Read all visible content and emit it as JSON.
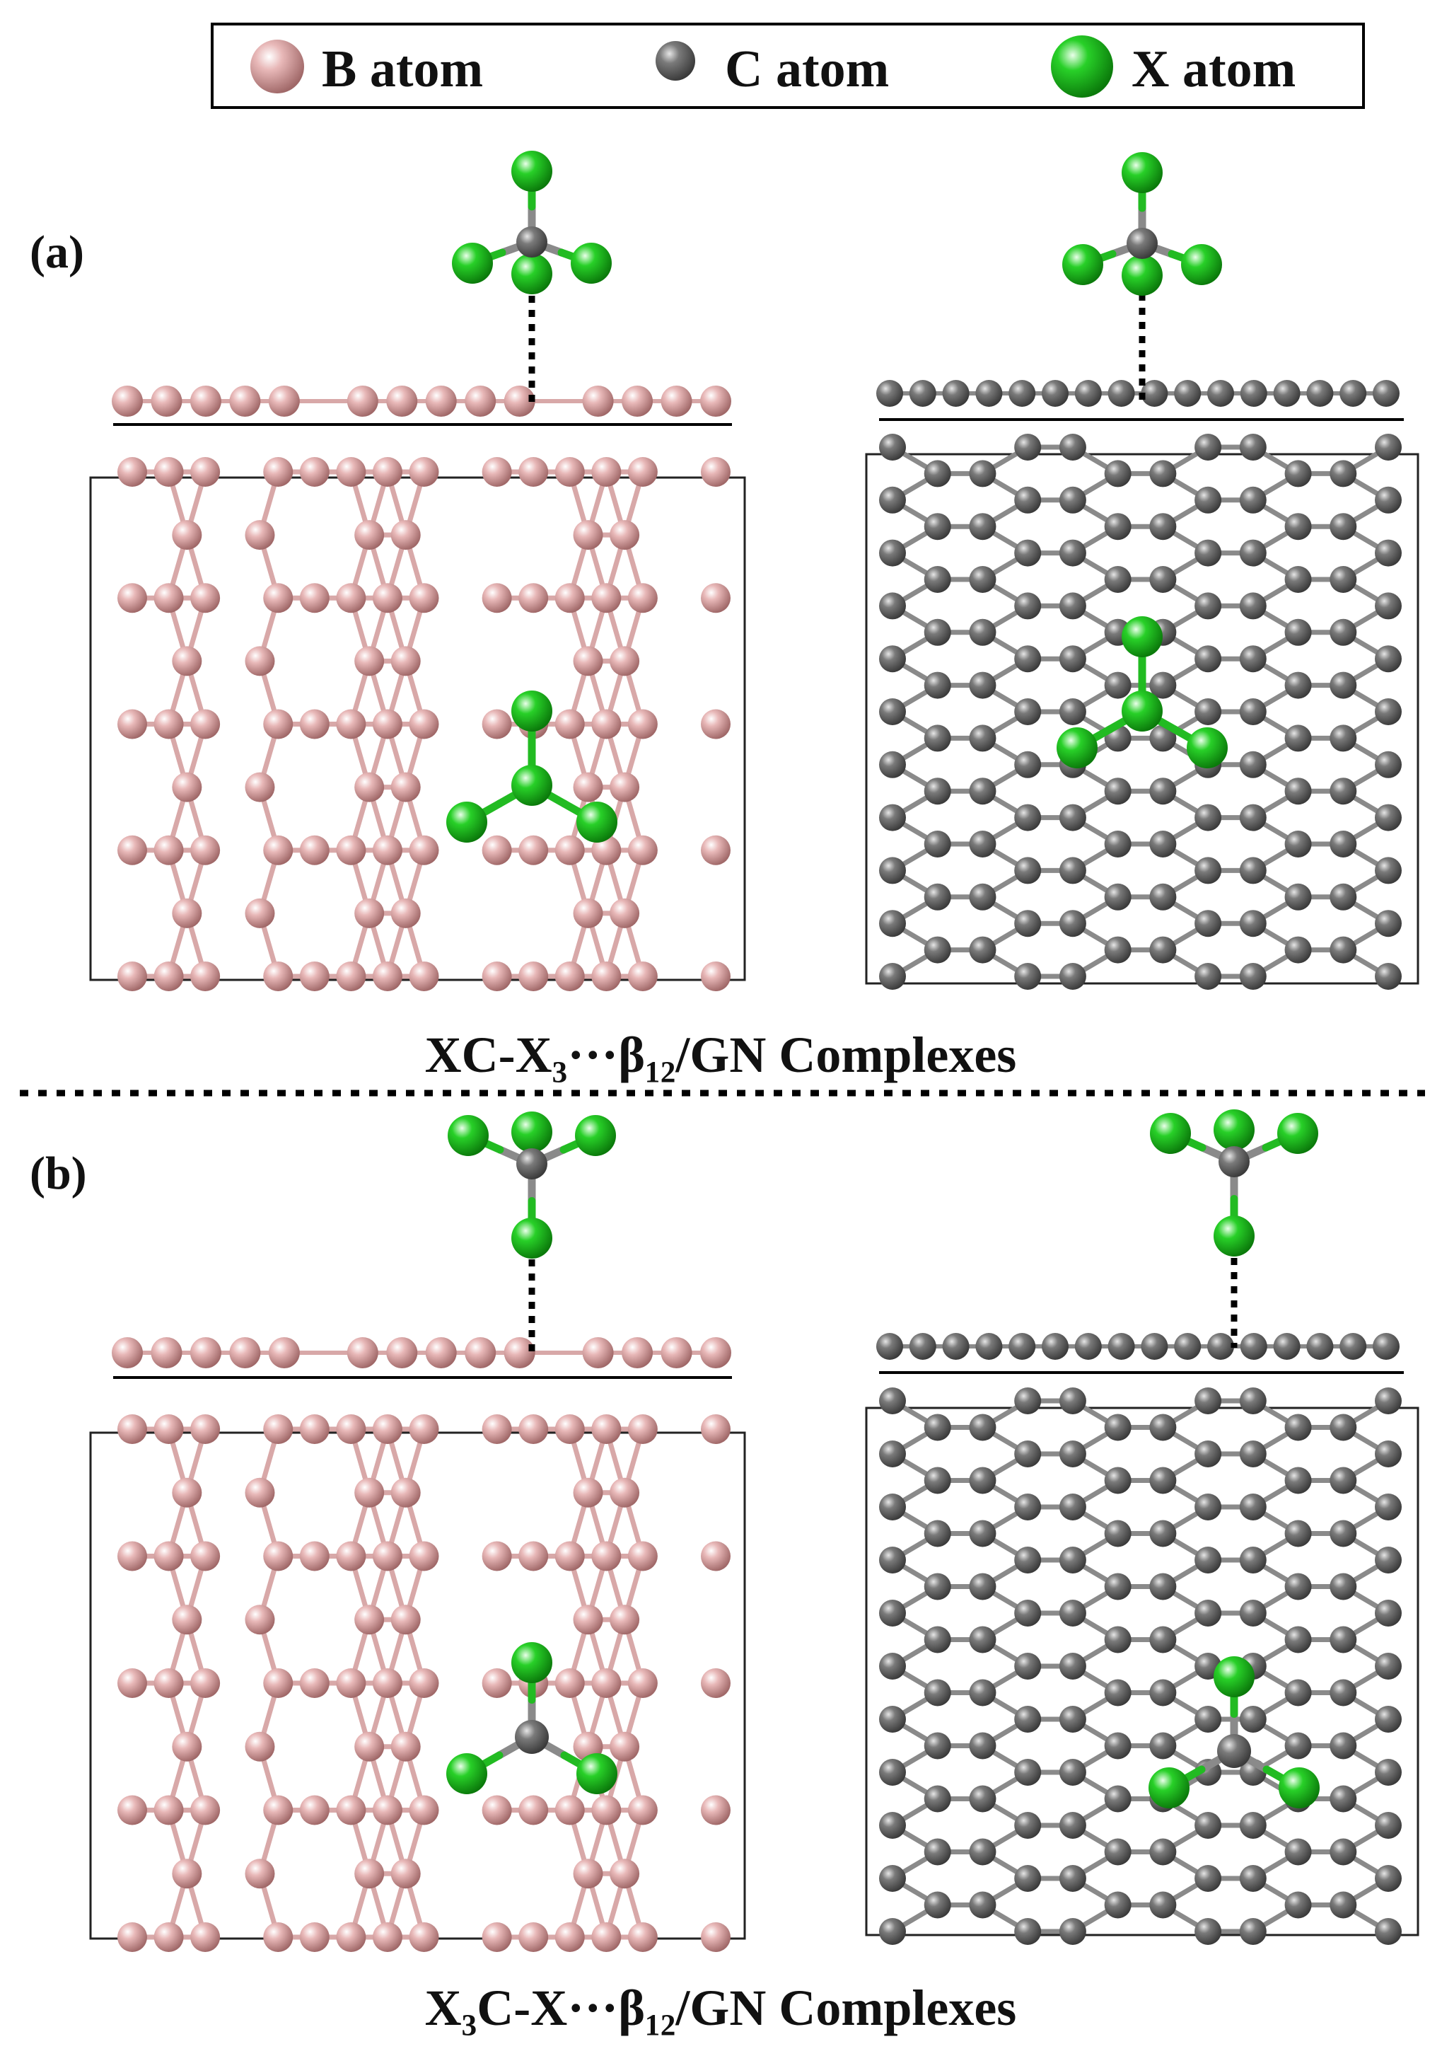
{
  "legend": {
    "items": [
      {
        "label": "B atom",
        "color": "#d9a3a3"
      },
      {
        "label": "C atom",
        "color": "#6e6e6e"
      },
      {
        "label": "X atom",
        "color": "#22cc22"
      }
    ]
  },
  "panels": [
    {
      "label": "(a)",
      "caption": "XC-X₃···β₁₂/GN Complexes",
      "orientation": "XC-X3"
    },
    {
      "label": "(b)",
      "caption": "X₃C-X···β₁₂/GN Complexes",
      "orientation": "X3C-X"
    }
  ],
  "colors": {
    "boron": "#d9a3a3",
    "boron_bond": "#d8a8a8",
    "carbon": "#6e6e6e",
    "carbon_bond": "#8a8a8a",
    "halogen": "#22cc22",
    "halogen_bond": "#22bb22",
    "separator": "#000000"
  }
}
